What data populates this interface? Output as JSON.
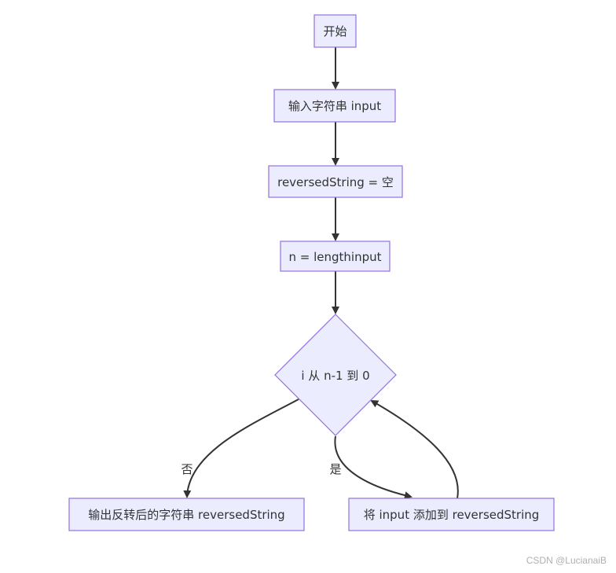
{
  "nodes": {
    "start": "开始",
    "input": "输入字符串 input",
    "init": "reversedString = 空",
    "length": "n = lengthinput",
    "loop": "i 从 n-1 到 0",
    "output": "输出反转后的字符串 reversedString",
    "append": "将 input 添加到 reversedString"
  },
  "edges": {
    "no": "否",
    "yes": "是"
  },
  "watermark": "CSDN @LucianaiB",
  "colors": {
    "node_fill": "#ececff",
    "node_stroke": "#9370db",
    "edge": "#333333",
    "text": "#333333"
  }
}
